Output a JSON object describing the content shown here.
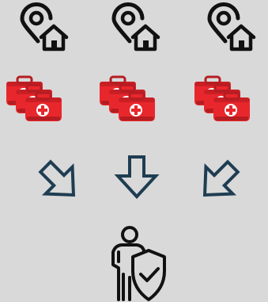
{
  "colors": {
    "background": "#d9d9d9",
    "icon_black": "#111111",
    "kit_red": "#e8272c",
    "kit_red_dark": "#b51d22",
    "kit_white": "#ffffff",
    "arrow_navy": "#1e3d52"
  },
  "diagram": {
    "locations": [
      {
        "icon": "home-location-pin-icon"
      },
      {
        "icon": "home-location-pin-icon"
      },
      {
        "icon": "home-location-pin-icon"
      }
    ],
    "kit_groups": [
      {
        "icon": "first-aid-kit-icon",
        "count": 3
      },
      {
        "icon": "first-aid-kit-icon",
        "count": 3
      },
      {
        "icon": "first-aid-kit-icon",
        "count": 3
      }
    ],
    "arrows": [
      {
        "direction": "down-right"
      },
      {
        "direction": "down"
      },
      {
        "direction": "down-left"
      }
    ],
    "target": {
      "icon": "person-with-shield-check-icon"
    }
  }
}
